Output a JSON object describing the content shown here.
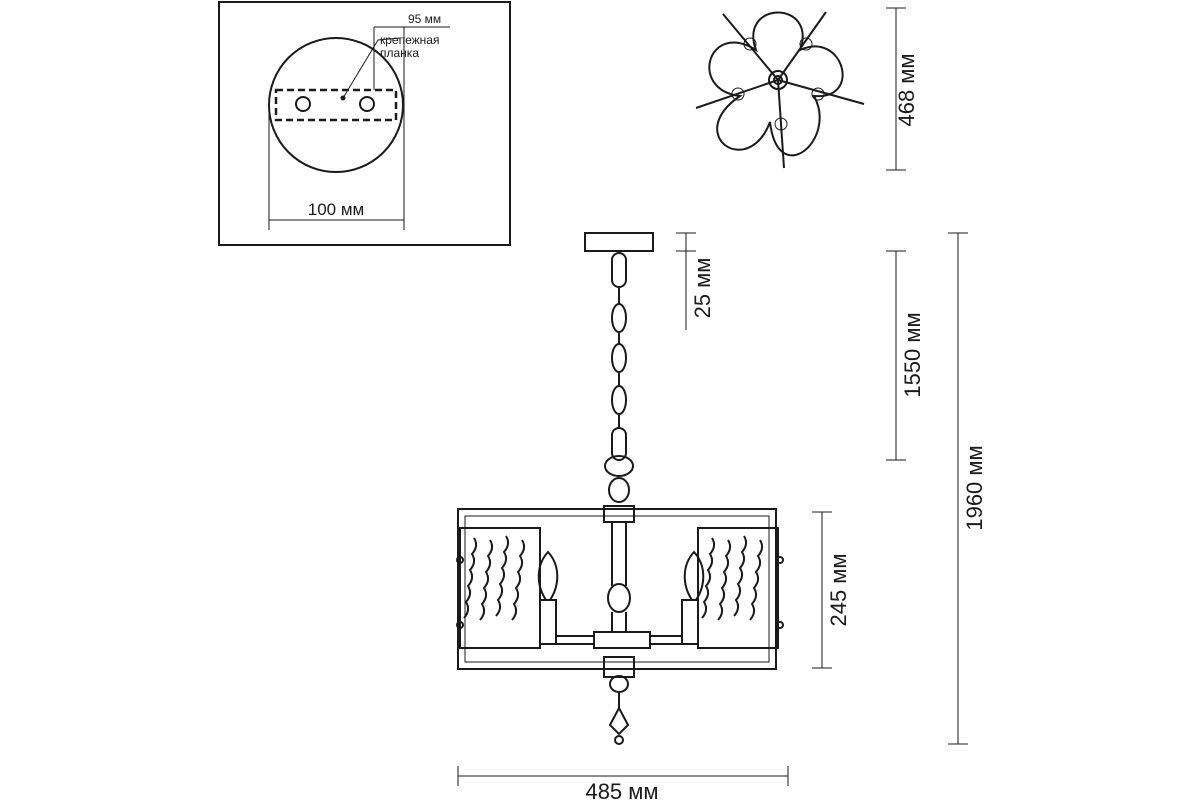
{
  "mount": {
    "width_95": "95 мм",
    "bracket_line1": "крепежная",
    "bracket_line2": "планка",
    "diameter_100": "100 мм"
  },
  "dimensions": {
    "top_view_468": "468 мм",
    "canopy_25": "25 мм",
    "chain_1550": "1550 мм",
    "total_1960": "1960 мм",
    "shade_245": "245 мм",
    "width_485": "485 мм"
  }
}
